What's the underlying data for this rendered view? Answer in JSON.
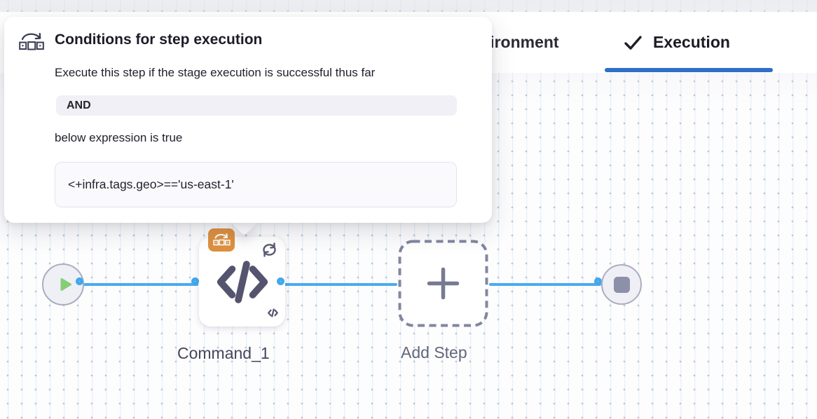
{
  "popover": {
    "icon": "conditional-execution-icon",
    "title": "Conditions for step execution",
    "description": "Execute this step if the stage execution is successful thus far",
    "operator": "AND",
    "expression_label": "below expression is true",
    "expression": "<+infra.tags.geo>=='us-east-1'"
  },
  "tabs": {
    "environment": {
      "label": "Environment",
      "active": false
    },
    "execution": {
      "label": "Execution",
      "active": true,
      "icon": "checkmark-icon"
    }
  },
  "pipeline": {
    "start_node": {
      "icon": "play-icon"
    },
    "step_node": {
      "label": "Command_1",
      "icon": "code-icon",
      "badges": {
        "conditional": "conditional-execution-badge",
        "loop": "looping-strategy-icon"
      }
    },
    "add_step_node": {
      "label": "Add Step",
      "icon": "plus-icon"
    },
    "end_node": {
      "icon": "stop-icon"
    }
  },
  "colors": {
    "tab_underline_blue": "#2e6fc8",
    "connector_blue": "#4aabee",
    "badge_orange": "#de9140",
    "play_green": "#84ce78",
    "node_slate": "#54546e"
  }
}
